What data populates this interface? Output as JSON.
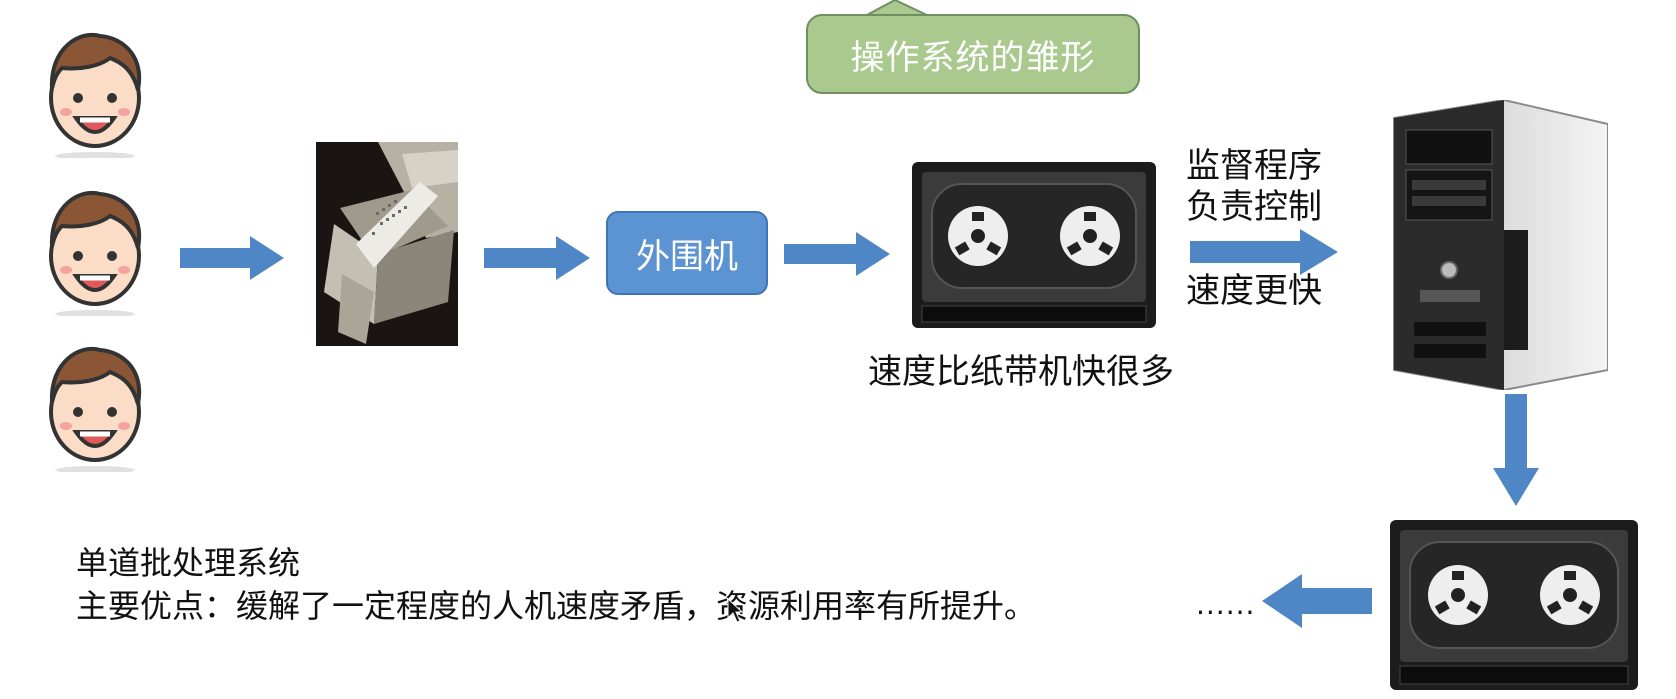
{
  "callout": {
    "text": "操作系统的雏形"
  },
  "peripheral": {
    "label": "外围机"
  },
  "tape_caption": "速度比纸带机快很多",
  "supervisor": {
    "line1": "监督程序",
    "line2": "负责控制"
  },
  "faster": "速度更快",
  "summary": {
    "title": "单道批处理系统",
    "advantage": "主要优点：缓解了一定程度的人机速度矛盾，资源利用率有所提升。"
  },
  "ellipsis": "......",
  "colors": {
    "arrow_blue": "#4f86c6",
    "callout_green": "#a9c98e",
    "peripheral_blue": "#5b93d3",
    "face_skin": "#fbdcc6",
    "hair_brown": "#8a5636"
  },
  "icons": [
    "person-face-icon",
    "paper-tape-machine-image",
    "tape-drive-icon",
    "computer-tower-icon",
    "arrow-right-icon",
    "arrow-down-icon",
    "arrow-left-icon"
  ]
}
